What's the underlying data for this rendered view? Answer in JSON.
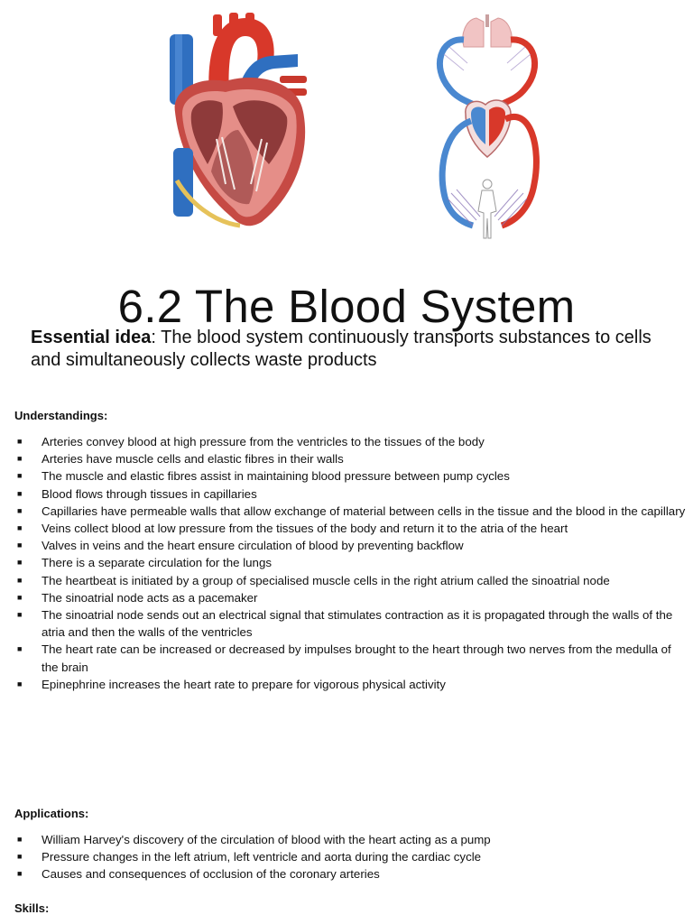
{
  "title": "6.2 The Blood System",
  "essential": {
    "lead": "Essential idea",
    "text": ": The blood system continuously transports substances to cells and simultaneously collects waste products"
  },
  "bullet_glyph": "■",
  "understandings": {
    "heading": "Understandings:",
    "items": [
      "Arteries convey blood at high pressure from the ventricles to the tissues of the body",
      "Arteries have muscle cells and elastic fibres in their walls",
      "The muscle and elastic fibres assist in maintaining blood pressure between pump cycles",
      "Blood flows through tissues in capillaries",
      "Capillaries have permeable walls that allow exchange of material between cells in the tissue and the blood in the capillary",
      "Veins collect blood at low pressure from the tissues of the body and return it to the atria of the heart",
      "Valves in veins and the heart ensure circulation of blood by preventing backflow",
      "There is a separate circulation for the lungs",
      "The heartbeat is initiated by a group of specialised muscle cells in the right atrium called the sinoatrial node",
      "The sinoatrial node acts as a pacemaker",
      "The sinoatrial node sends out an electrical signal that stimulates contraction as it is propagated through the walls of the atria and then the walls of the ventricles",
      "The heart rate can be increased or decreased by impulses brought to the heart through two nerves from the medulla of the brain",
      "Epinephrine increases the heart rate to prepare for vigorous physical activity"
    ]
  },
  "applications": {
    "heading": "Applications:",
    "items": [
      "William Harvey's discovery of the circulation of blood with the heart acting as a pump",
      "Pressure changes in the left atrium, left ventricle and aorta during the cardiac cycle",
      "Causes and consequences of occlusion of the coronary arteries"
    ]
  },
  "skills": {
    "heading": "Skills:"
  },
  "colors": {
    "artery_red": "#d83a2a",
    "vein_blue": "#3e7fc8",
    "muscle_pink": "#e58e88",
    "fat_yellow": "#e6c25a"
  }
}
